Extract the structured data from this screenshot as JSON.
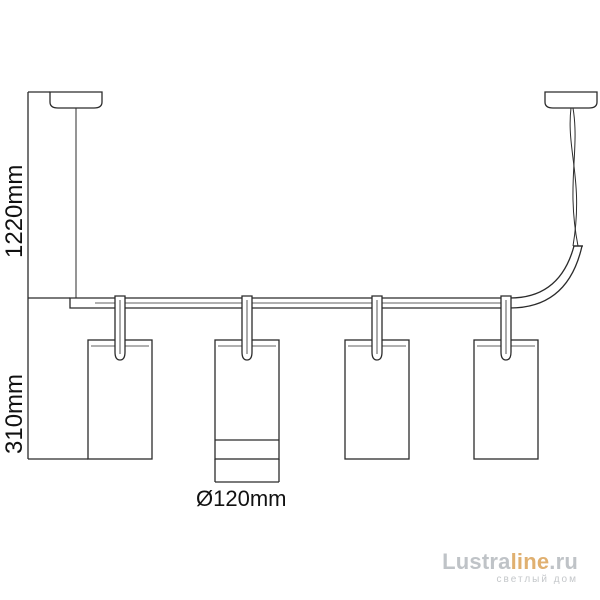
{
  "dimensions": {
    "height_top": "1220mm",
    "height_bottom": "310mm",
    "diameter": "Ø120mm"
  },
  "watermark": {
    "brand_main": "Lustra",
    "brand_accent": "line",
    "brand_suffix": ".ru",
    "tagline": "светлый дом"
  },
  "colors": {
    "line": "#2b2b2b",
    "watermark_gray": "#bfc3c7",
    "watermark_accent": "#e0b070"
  }
}
